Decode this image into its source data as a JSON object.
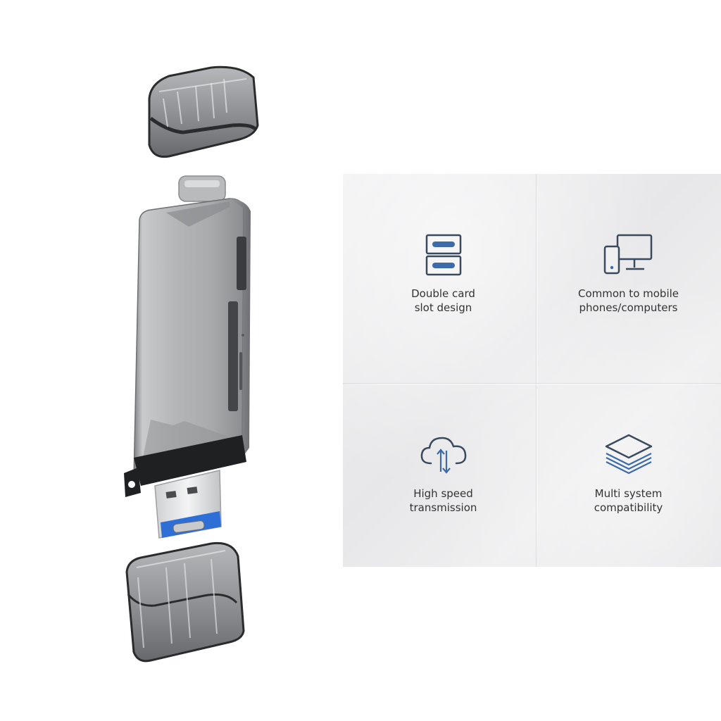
{
  "features": [
    {
      "icon": "double-card-slot-icon",
      "line1": "Double card",
      "line2": "slot design"
    },
    {
      "icon": "phone-computer-icon",
      "line1": "Common to mobile",
      "line2": "phones/computers"
    },
    {
      "icon": "cloud-transfer-icon",
      "line1": "High speed",
      "line2": "transmission"
    },
    {
      "icon": "layers-icon",
      "line1": "Multi system",
      "line2": "compatibility"
    }
  ],
  "colors": {
    "icon_stroke": "#3a4a5e",
    "icon_accent": "#3d6aa8",
    "text": "#333333",
    "panel": "#ececee"
  }
}
